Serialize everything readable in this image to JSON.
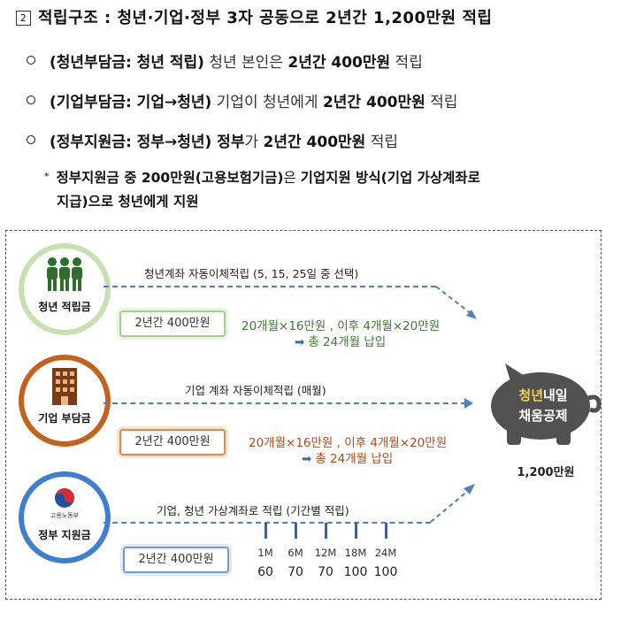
{
  "heading": {
    "marker": "2",
    "text": "적립구조 : 청년·기업·정부 3자 공동으로 2년간 1,200만원 적립"
  },
  "bullets": [
    {
      "bold": "(청년부담금: 청년 적립)",
      "normal1": " 청년 본인은 ",
      "bold2": "2년간 400만원",
      "normal2": " 적립"
    },
    {
      "bold": "(기업부담금: 기업→청년)",
      "normal1": " 기업이 청년에게 ",
      "bold2": "2년간 400만원",
      "normal2": " 적립"
    },
    {
      "bold": "(정부지원금: 정부→청년) 정부",
      "normal1": "가  ",
      "bold2": "2년간 400만원",
      "normal2": " 적립"
    }
  ],
  "note": {
    "star": "*",
    "part1": "정부지원금 중 200만원(고용보험기금)",
    "part2": "은 ",
    "part3": "기업지원 방식(기업 가상계좌로",
    "line2": "지급)으로 청년에게 지원"
  },
  "figure": {
    "rows": [
      {
        "circle_label": "청년 적립금",
        "line_label": "청년계좌 자동이체적립 (5, 15, 25일 중 선택)",
        "amount": "2년간 400만원",
        "schedule": "20개월×16만원 , 이후 4개월×20만원",
        "total": "총 24개월 납입"
      },
      {
        "circle_label": "기업 부담금",
        "line_label": "기업 계좌 자동이체적립 (매월)",
        "amount": "2년간 400만원",
        "schedule": "20개월×16만원 , 이후 4개월×20만원",
        "total": "총 24개월 납입"
      },
      {
        "circle_label": "정부 지원금",
        "logo_text": "고용노동부",
        "line_label": "기업, 청년 가상계좌로 적립 (기간별 적립)",
        "amount": "2년간 400만원"
      }
    ],
    "timeline": [
      {
        "label": "1M",
        "value": "60"
      },
      {
        "label": "6M",
        "value": "70"
      },
      {
        "label": "12M",
        "value": "70"
      },
      {
        "label": "18M",
        "value": "100"
      },
      {
        "label": "24M",
        "value": "100"
      }
    ],
    "pig": {
      "line1_highlight": "청년",
      "line1_rest": "내일",
      "line2": "채움공제",
      "amount": "1,200만원"
    },
    "colors": {
      "green": "#a6cf8b",
      "orange": "#c2621d",
      "blue": "#3f7fcf",
      "arrow": "#4d7fc4",
      "pig": "#515151"
    }
  }
}
